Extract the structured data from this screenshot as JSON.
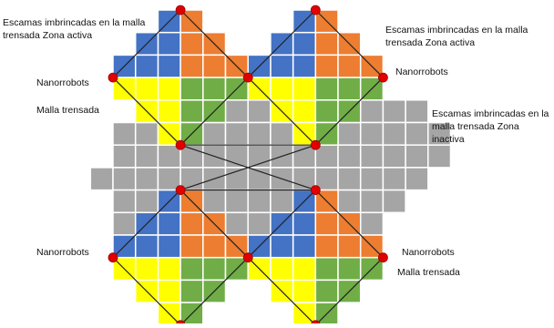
{
  "labels": {
    "scales_active_left": "Escamas imbrincadas en la malla\ntrensada Zona activa",
    "scales_active_right": "Escamas imbrincadas en la malla\ntrensada Zona activa",
    "nanorobots_left_top": "Nanorrobots",
    "nanorobots_right_top": "Nanorrobots",
    "braided_mesh_left": "Malla trensada",
    "scales_inactive": "Escamas imbrincadas en la\nmalla trensada Zona inactiva",
    "nanorobots_left_bottom": "Nanorrobots",
    "nanorobots_right_bottom": "Nanorrobots",
    "braided_mesh_right": "Malla trensada"
  },
  "colors": {
    "blue": "#4472c4",
    "orange": "#ed7d31",
    "yellow": "#ffff00",
    "green": "#70ad47",
    "gray": "#a5a5a5",
    "grid_line": "#ffffff",
    "diamond_line": "#222222",
    "node": "#e00000",
    "node_outline": "#9a0000"
  }
}
